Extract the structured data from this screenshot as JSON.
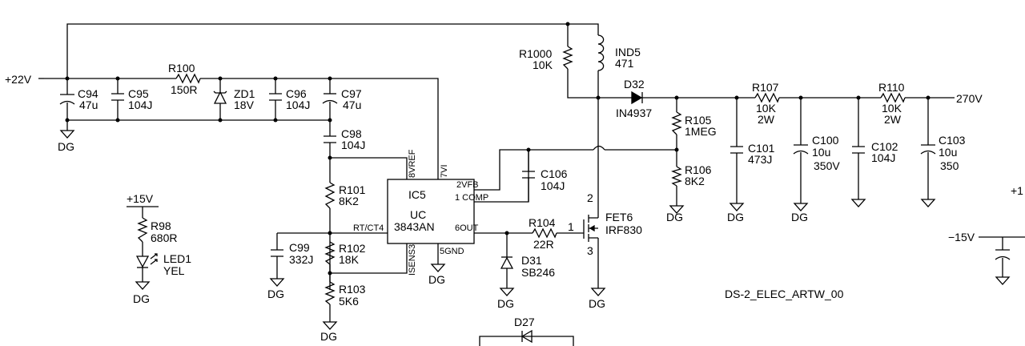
{
  "nets": {
    "plus22": "+22V",
    "plus15": "+15V",
    "minus15": "−15V",
    "out270": "270V",
    "plus1_cut": "+1"
  },
  "ground_label": "DG",
  "watermark": "DS-2_ELEC_ARTW_00",
  "components": {
    "r100": {
      "ref": "R100",
      "value": "150R"
    },
    "r1000": {
      "ref": "R1000",
      "value": "10K"
    },
    "ind5": {
      "ref": "IND5",
      "value": "471"
    },
    "d32": {
      "ref": "D32",
      "value": "IN4937"
    },
    "r107": {
      "ref": "R107",
      "value": "10K",
      "rating": "2W"
    },
    "r110": {
      "ref": "R110",
      "value": "10K",
      "rating": "2W"
    },
    "c94": {
      "ref": "C94",
      "value": "47u"
    },
    "c95": {
      "ref": "C95",
      "value": "104J"
    },
    "zd1": {
      "ref": "ZD1",
      "value": "18V"
    },
    "c96": {
      "ref": "C96",
      "value": "104J"
    },
    "c97": {
      "ref": "C97",
      "value": "47u"
    },
    "c98": {
      "ref": "C98",
      "value": "104J"
    },
    "r105": {
      "ref": "R105",
      "value": "1MEG"
    },
    "r106": {
      "ref": "R106",
      "value": "8K2"
    },
    "c101": {
      "ref": "C101",
      "value": "473J"
    },
    "c100": {
      "ref": "C100",
      "value": "10u",
      "rating": "350V"
    },
    "c102": {
      "ref": "C102",
      "value": "104J"
    },
    "c103": {
      "ref": "C103",
      "value": "10u",
      "rating": "350"
    },
    "c106": {
      "ref": "C106",
      "value": "104J"
    },
    "r101": {
      "ref": "R101",
      "value": "8K2"
    },
    "r102": {
      "ref": "R102",
      "value": "18K"
    },
    "r103": {
      "ref": "R103",
      "value": "5K6"
    },
    "c99": {
      "ref": "C99",
      "value": "332J"
    },
    "r98": {
      "ref": "R98",
      "value": "680R"
    },
    "led1": {
      "ref": "LED1",
      "value": "YEL"
    },
    "r104": {
      "ref": "R104",
      "value": "22R"
    },
    "d31": {
      "ref": "D31",
      "value": "SB246"
    },
    "fet6": {
      "ref": "FET6",
      "value": "IRF830"
    },
    "d27": {
      "ref": "D27"
    }
  },
  "ic5": {
    "ref": "IC5",
    "part1": "UC",
    "part2": "3843AN",
    "pins": {
      "vref": "8VREF",
      "vi": "7VI",
      "vfb": "2VFB",
      "comp": "1 COMP",
      "rtct": "RT/CT4",
      "out": "6OUT",
      "gnd": "5GND",
      "isens": "ISENS3"
    }
  },
  "fet_pins": {
    "drain": "2",
    "gate": "1",
    "source": "3"
  }
}
